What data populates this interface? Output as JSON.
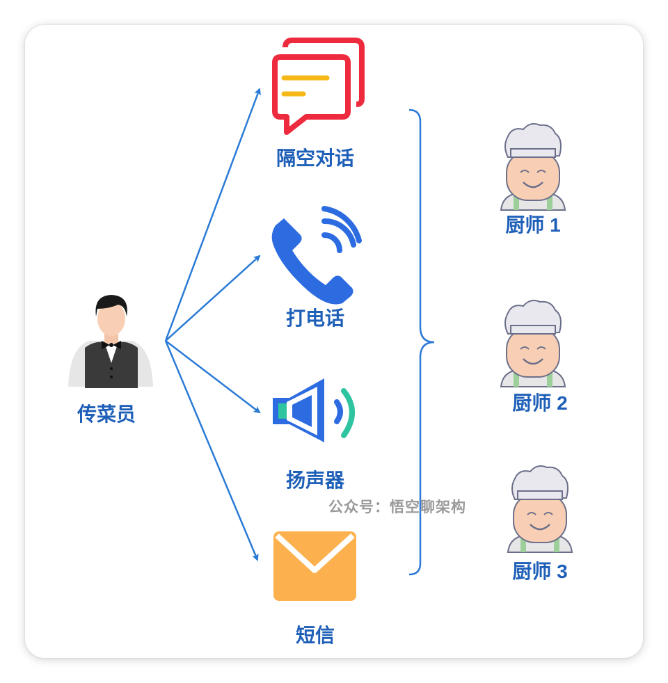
{
  "waiter": {
    "label": "传菜员"
  },
  "methods": [
    {
      "id": "intercom",
      "label": "隔空对话",
      "icon": "chat-bubbles-icon"
    },
    {
      "id": "phone",
      "label": "打电话",
      "icon": "phone-icon"
    },
    {
      "id": "speaker",
      "label": "扬声器",
      "icon": "speaker-icon"
    },
    {
      "id": "sms",
      "label": "短信",
      "icon": "envelope-icon"
    }
  ],
  "chefs": [
    {
      "label": "厨师 1",
      "icon": "chef-icon"
    },
    {
      "label": "厨师 2",
      "icon": "chef-icon"
    },
    {
      "label": "厨师 3",
      "icon": "chef-icon"
    }
  ],
  "watermark": "公众号：悟空聊架构",
  "colors": {
    "label": "#1e5fb8",
    "arrow": "#2a7ad6",
    "chat_red": "#ee2a3e",
    "chat_yellow": "#f4b916",
    "phone_blue": "#2d6ce0",
    "speaker_blue": "#2d6ce0",
    "speaker_teal": "#2ec4a0",
    "envelope": "#fdb14e"
  }
}
